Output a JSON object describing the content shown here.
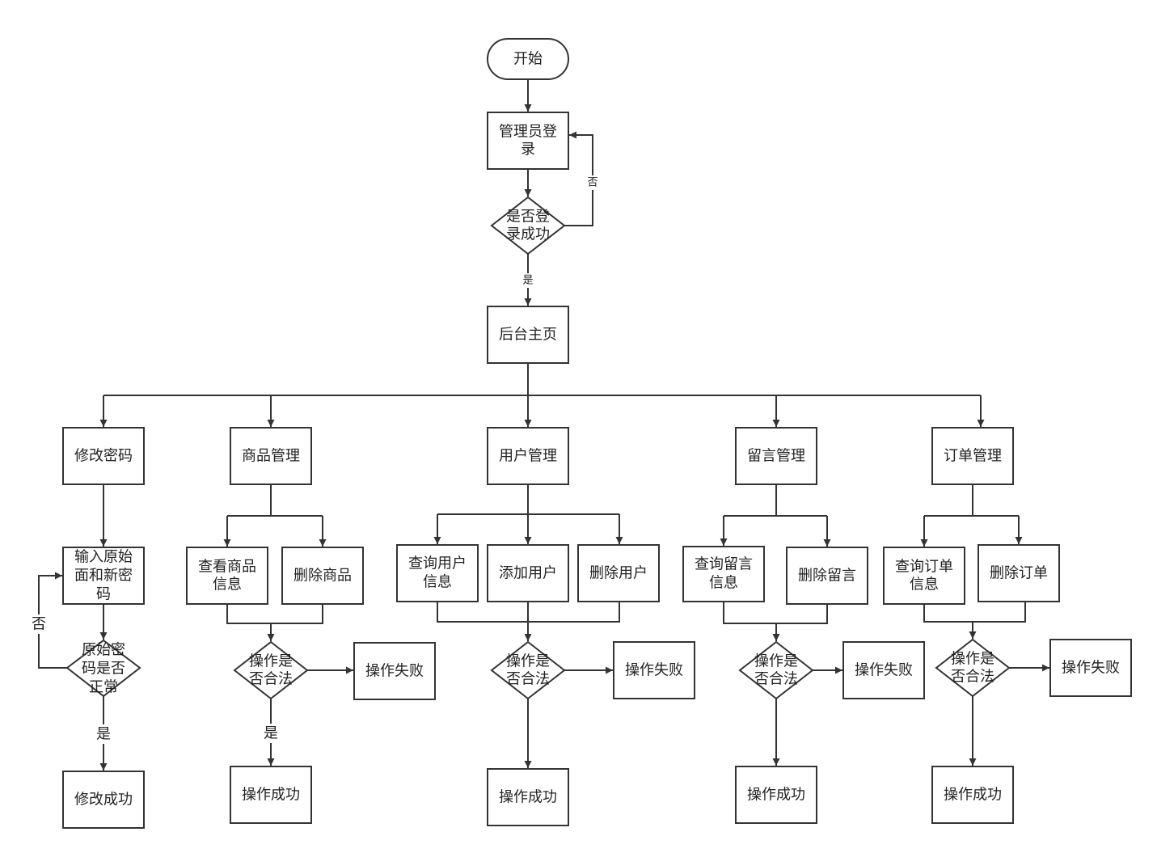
{
  "diagram": {
    "start": "开始",
    "login": [
      "管理员登",
      "录"
    ],
    "login_check": [
      "是否登",
      "录成功"
    ],
    "edge_no": "否",
    "edge_yes": "是",
    "home": "后台主页",
    "modules": {
      "password": "修改密码",
      "goods": "商品管理",
      "users": "用户管理",
      "messages": "留言管理",
      "orders": "订单管理"
    },
    "password_input": [
      "输入原始",
      "面和新密",
      "码"
    ],
    "password_check": [
      "原始密",
      "码是否",
      "正常"
    ],
    "password_success": "修改成功",
    "goods_view": [
      "查看商品",
      "信息"
    ],
    "goods_delete": "删除商品",
    "users_query": [
      "查询用户",
      "信息"
    ],
    "users_add": "添加用户",
    "users_delete": "删除用户",
    "messages_query": [
      "查询留言",
      "信息"
    ],
    "messages_delete": "删除留言",
    "orders_query": [
      "查询订单",
      "信息"
    ],
    "orders_delete": "删除订单",
    "op_check": [
      "操作是",
      "否合法"
    ],
    "op_fail": "操作失败",
    "op_success": "操作成功"
  }
}
